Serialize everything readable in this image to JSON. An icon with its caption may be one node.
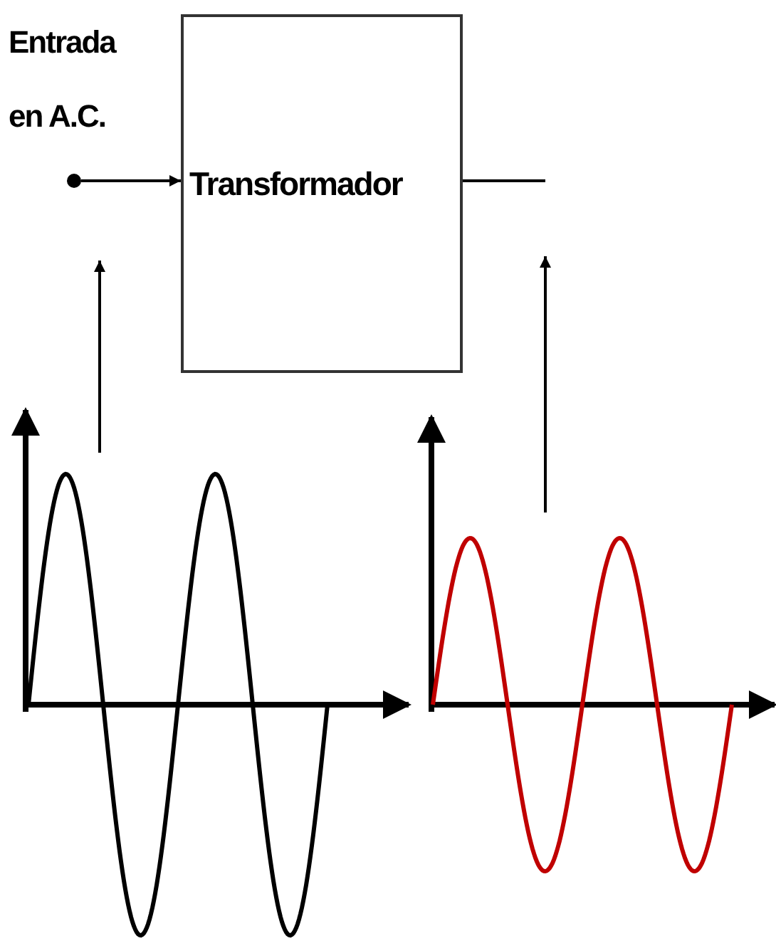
{
  "diagram": {
    "nodes": [
      {
        "text": [],
        "shape": "circle"
      },
      {
        "text": [
          "Transformador"
        ]
      },
      {
        "text": [],
        "shape": "picture"
      },
      {
        "text": [],
        "shape": "picture"
      }
    ],
    "edges": [
      {
        "from": 0,
        "to": 1,
        "arrow": "to"
      },
      {
        "from": 1,
        "to": null,
        "arrow": "none"
      },
      {
        "from": 2,
        "to": null,
        "arrow": "to"
      },
      {
        "from": 3,
        "to": null,
        "arrow": "to"
      }
    ],
    "labels": [
      "Entrada en A.C."
    ]
  }
}
